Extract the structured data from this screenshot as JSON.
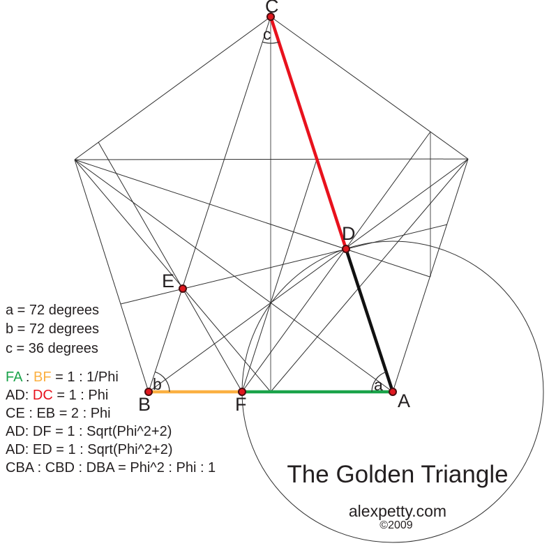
{
  "title": "The Golden Triangle",
  "credit": {
    "site": "alexpetty.com",
    "year": "©2009"
  },
  "colors": {
    "line": "#2e2e2e",
    "guide": "#a6a6a6",
    "red": "#e8121d",
    "green": "#1aa34a",
    "orange": "#fbb042",
    "segment_black": "#111111",
    "dot_fill": "#e0181f",
    "dot_ring": "#4a0d0f",
    "text": "#231f20"
  },
  "vertices": {
    "A": "A",
    "B": "B",
    "C": "C",
    "D": "D",
    "E": "E",
    "F": "F"
  },
  "angle_marks": {
    "a": "a",
    "b": "b",
    "c": "c"
  },
  "angle_notes": [
    "a = 72 degrees",
    "b = 72 degrees",
    "c = 36 degrees"
  ],
  "ratio_notes": [
    {
      "parts": [
        {
          "text": "FA",
          "color": "green"
        },
        {
          "text": " : "
        },
        {
          "text": "BF",
          "color": "orange"
        },
        {
          "text": " = 1 : 1/Phi"
        }
      ]
    },
    {
      "parts": [
        {
          "text": "AD: "
        },
        {
          "text": "DC",
          "color": "red"
        },
        {
          "text": " = 1 : Phi"
        }
      ]
    },
    {
      "parts": [
        {
          "text": "CE : EB = 2 : Phi"
        }
      ]
    },
    {
      "parts": [
        {
          "text": "AD: DF = 1 : Sqrt(Phi^2+2)"
        }
      ]
    },
    {
      "parts": [
        {
          "text": "AD: ED = 1 : Sqrt(Phi^2+2)"
        }
      ]
    },
    {
      "parts": [
        {
          "text": "CBA : CBD : DBA = Phi^2 : Phi : 1"
        }
      ]
    }
  ]
}
